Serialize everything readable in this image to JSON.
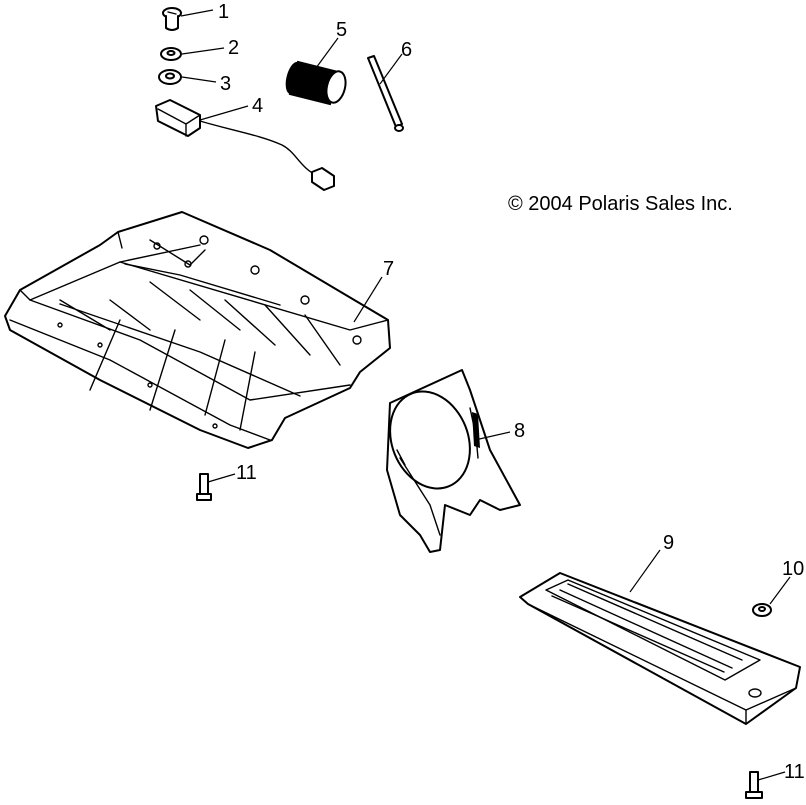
{
  "copyright": "© 2004 Polaris Sales Inc.",
  "callouts": [
    "1",
    "2",
    "3",
    "4",
    "5",
    "6",
    "7",
    "8",
    "9",
    "10",
    "11",
    "11"
  ],
  "parts": {
    "p1": "screw-icon",
    "p2": "washer-icon",
    "p3": "washer-icon",
    "p4": "sensor-with-wire-icon",
    "p5": "grip-sleeve-icon",
    "p6": "rod-icon",
    "p7": "floor-panel-icon",
    "p8": "shroud-icon",
    "p9": "footrest-icon",
    "p10": "washer-icon",
    "p11": "bolt-icon"
  },
  "colors": {
    "line": "#000000",
    "background": "#ffffff"
  }
}
